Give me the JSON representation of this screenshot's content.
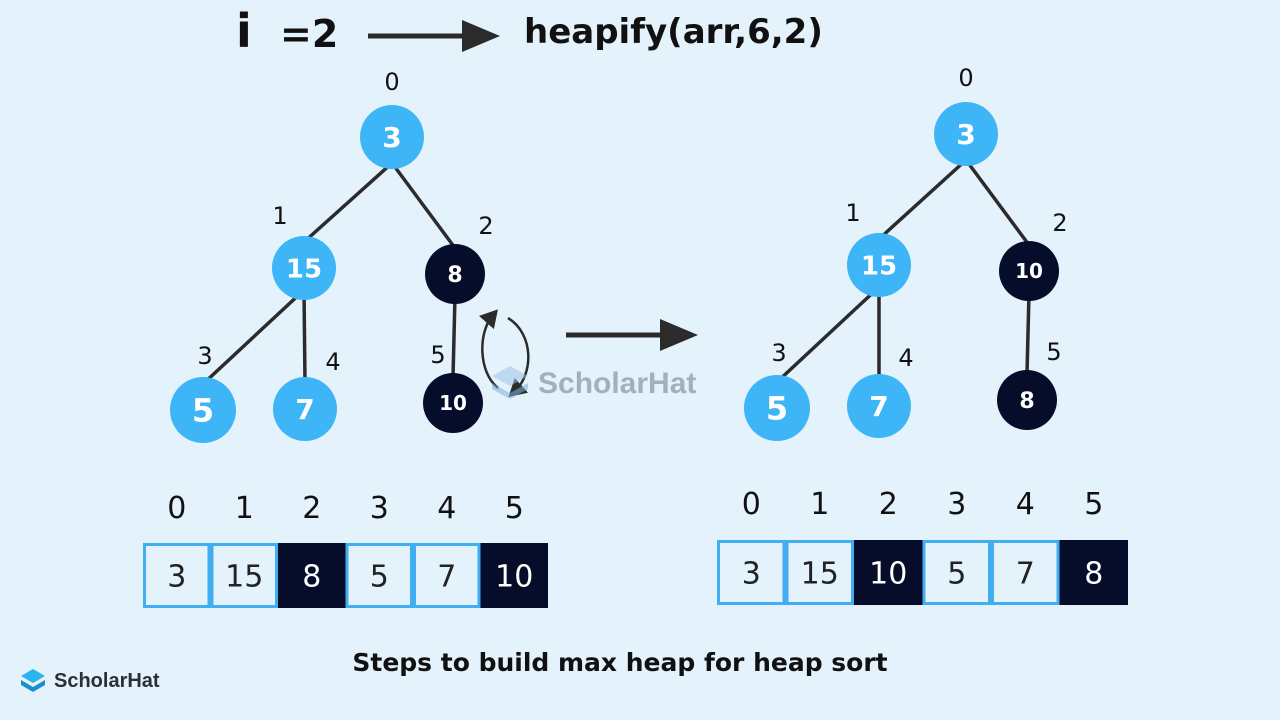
{
  "header": {
    "loop_var": "i",
    "equals_value": "=2",
    "call": "heapify(arr,6,2)"
  },
  "caption": "Steps to build max heap for heap sort",
  "logo": {
    "text": "ScholarHat",
    "icon": "stack-icon"
  },
  "watermark": {
    "text": "ScholarHat",
    "icon": "stack-icon"
  },
  "colors": {
    "highlight_dark": "#050d2a",
    "node_light": "#3db5f7",
    "cell_border": "#42aef2",
    "background": "#e4f2fb",
    "edge": "#2b2b2b"
  },
  "before": {
    "tree": {
      "nodes": [
        {
          "index": "0",
          "value": "3",
          "state": "normal"
        },
        {
          "index": "1",
          "value": "15",
          "state": "normal"
        },
        {
          "index": "2",
          "value": "8",
          "state": "highlighted"
        },
        {
          "index": "3",
          "value": "5",
          "state": "normal"
        },
        {
          "index": "4",
          "value": "7",
          "state": "normal"
        },
        {
          "index": "5",
          "value": "10",
          "state": "highlighted"
        }
      ],
      "edges": [
        [
          0,
          1
        ],
        [
          0,
          2
        ],
        [
          1,
          3
        ],
        [
          1,
          4
        ],
        [
          2,
          5
        ]
      ]
    },
    "array": {
      "indices": [
        "0",
        "1",
        "2",
        "3",
        "4",
        "5"
      ],
      "values": [
        "3",
        "15",
        "8",
        "5",
        "7",
        "10"
      ],
      "highlighted": [
        2,
        5
      ]
    }
  },
  "after": {
    "tree": {
      "nodes": [
        {
          "index": "0",
          "value": "3",
          "state": "normal"
        },
        {
          "index": "1",
          "value": "15",
          "state": "normal"
        },
        {
          "index": "2",
          "value": "10",
          "state": "highlighted"
        },
        {
          "index": "3",
          "value": "5",
          "state": "normal"
        },
        {
          "index": "4",
          "value": "7",
          "state": "normal"
        },
        {
          "index": "5",
          "value": "8",
          "state": "highlighted"
        }
      ],
      "edges": [
        [
          0,
          1
        ],
        [
          0,
          2
        ],
        [
          1,
          3
        ],
        [
          1,
          4
        ],
        [
          2,
          5
        ]
      ]
    },
    "array": {
      "indices": [
        "0",
        "1",
        "2",
        "3",
        "4",
        "5"
      ],
      "values": [
        "3",
        "15",
        "10",
        "5",
        "7",
        "8"
      ],
      "highlighted": [
        2,
        5
      ]
    }
  }
}
